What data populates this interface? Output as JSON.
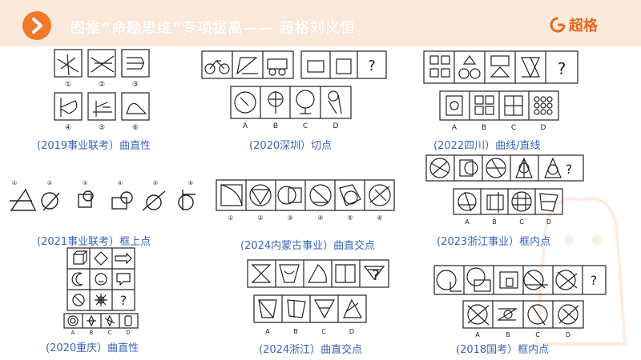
{
  "banner": {
    "title": "图推“命题思维”专项拔高—— 超格刘义恒",
    "brand": "超格"
  },
  "blocks": [
    {
      "caption": "(2019事业联考）曲直性",
      "numbers": [
        "①",
        "②",
        "③",
        "④",
        "⑤",
        "⑥"
      ]
    },
    {
      "caption": "(2020深圳）切点",
      "q": "?",
      "options": [
        "A",
        "B",
        "C",
        "D"
      ]
    },
    {
      "caption": "(2022四川）曲线/直线",
      "q": "?",
      "options": [
        "A",
        "B",
        "C",
        "D"
      ]
    },
    {
      "caption": "(2021事业联考）框上点",
      "numbers": [
        "①",
        "②",
        "③",
        "④",
        "⑤",
        "⑥"
      ]
    },
    {
      "caption": "(2024内蒙古事业）曲直交点",
      "numbers": [
        "①",
        "②",
        "③",
        "④",
        "⑤",
        "⑥"
      ]
    },
    {
      "caption": "(2023浙江事业）框内点",
      "q": "?",
      "options": [
        "A",
        "B",
        "C",
        "D"
      ]
    },
    {
      "caption": "(2020重庆）曲直性",
      "q": "?",
      "options": [
        "A",
        "B",
        "C",
        "D"
      ]
    },
    {
      "caption": "(2024浙江）曲直交点",
      "q": "?",
      "options": [
        "A",
        "B",
        "C",
        "D"
      ]
    },
    {
      "caption": "(2018国考）框内点",
      "q": "?",
      "options": [
        "A",
        "B",
        "C",
        "D"
      ]
    }
  ],
  "colors": {
    "accent": "#f07a2a",
    "banner_bg": "#fbe9dc",
    "caption": "#3a64b8"
  }
}
